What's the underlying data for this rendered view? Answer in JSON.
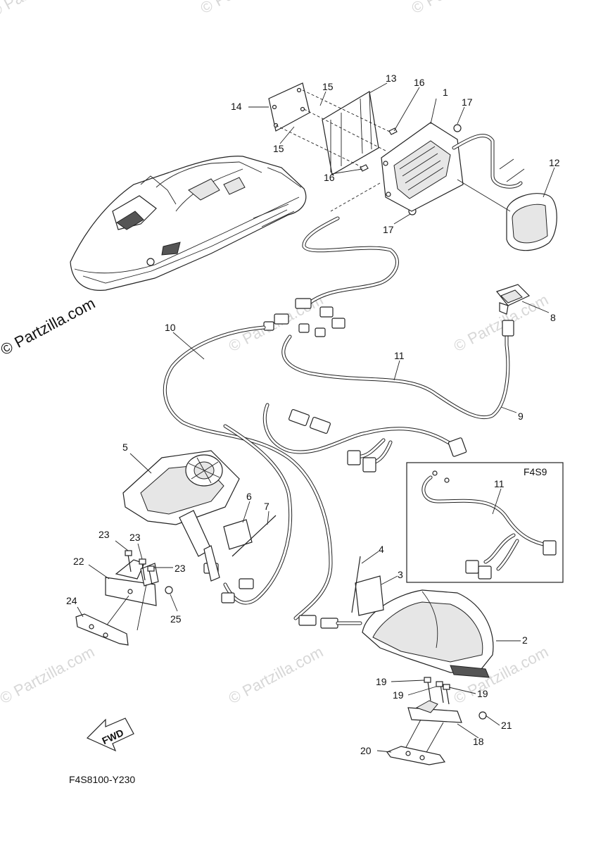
{
  "diagram": {
    "callouts": [
      "1",
      "2",
      "3",
      "4",
      "5",
      "6",
      "7",
      "8",
      "9",
      "10",
      "11",
      "12",
      "13",
      "14",
      "15",
      "16",
      "17",
      "18",
      "19",
      "20",
      "21",
      "22",
      "23",
      "24",
      "25"
    ],
    "inset_label": "F4S9",
    "inset_callout": "11",
    "fwd_label": "FWD",
    "figure_code": "F4S8100-Y230",
    "watermark": "© Partzilla.com",
    "watermark_main": "© Partzilla.com"
  }
}
